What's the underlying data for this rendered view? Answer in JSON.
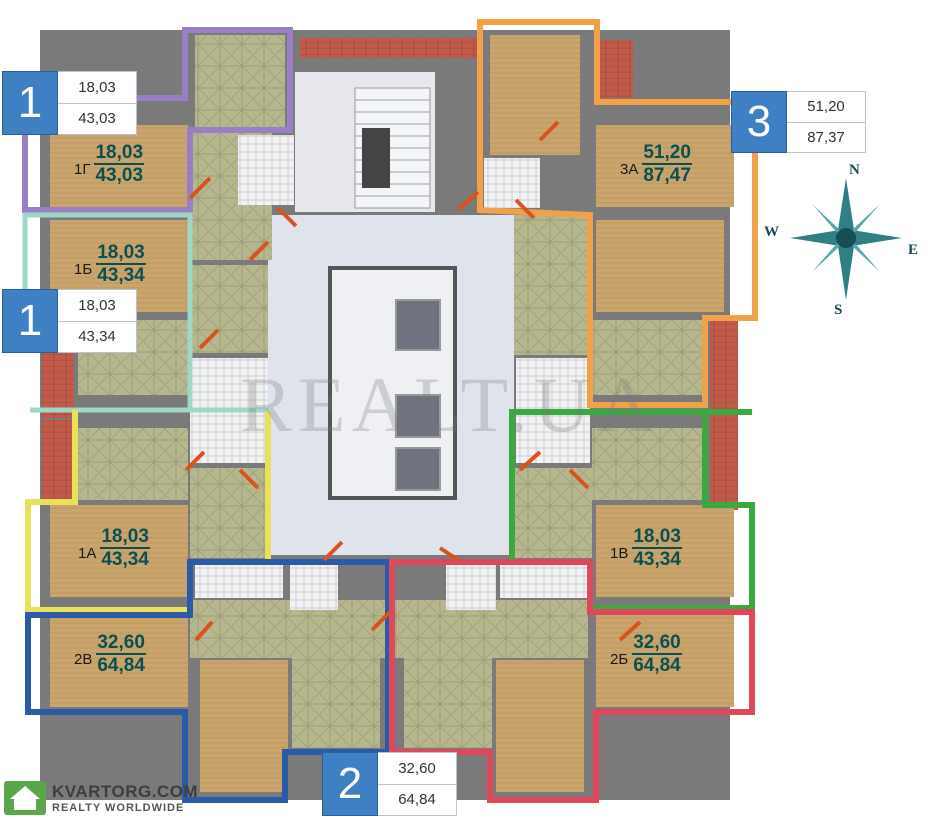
{
  "callouts": [
    {
      "num": "1",
      "area1": "18,03",
      "area2": "43,03"
    },
    {
      "num": "1",
      "area1": "18,03",
      "area2": "43,34"
    },
    {
      "num": "3",
      "area1": "51,20",
      "area2": "87,37"
    },
    {
      "num": "2",
      "area1": "32,60",
      "area2": "64,84"
    }
  ],
  "units": [
    {
      "code": "1Г",
      "living": "18,03",
      "total": "43,03"
    },
    {
      "code": "1Б",
      "living": "18,03",
      "total": "43,34"
    },
    {
      "code": "1А",
      "living": "18,03",
      "total": "43,34"
    },
    {
      "code": "2В",
      "living": "32,60",
      "total": "64,84"
    },
    {
      "code": "3А",
      "living": "51,20",
      "total": "87,47"
    },
    {
      "code": "1В",
      "living": "18,03",
      "total": "43,34"
    },
    {
      "code": "2Б",
      "living": "32,60",
      "total": "64,84"
    }
  ],
  "compass": {
    "n": "N",
    "s": "S",
    "e": "E",
    "w": "W"
  },
  "watermark": "REALT.UA",
  "brand": {
    "name": "KVARTORG.COM",
    "tagline": "REALTY WORLDWIDE"
  },
  "colors": {
    "unit_1g": "#9b7fc4",
    "unit_1b": "#9fd8c7",
    "unit_1a": "#e9e15a",
    "unit_2v": "#2b5aa8",
    "unit_3a": "#f0a14a",
    "unit_1v": "#3aa940",
    "unit_2b": "#e0475c",
    "callout_blue": "#3f7fc4"
  }
}
